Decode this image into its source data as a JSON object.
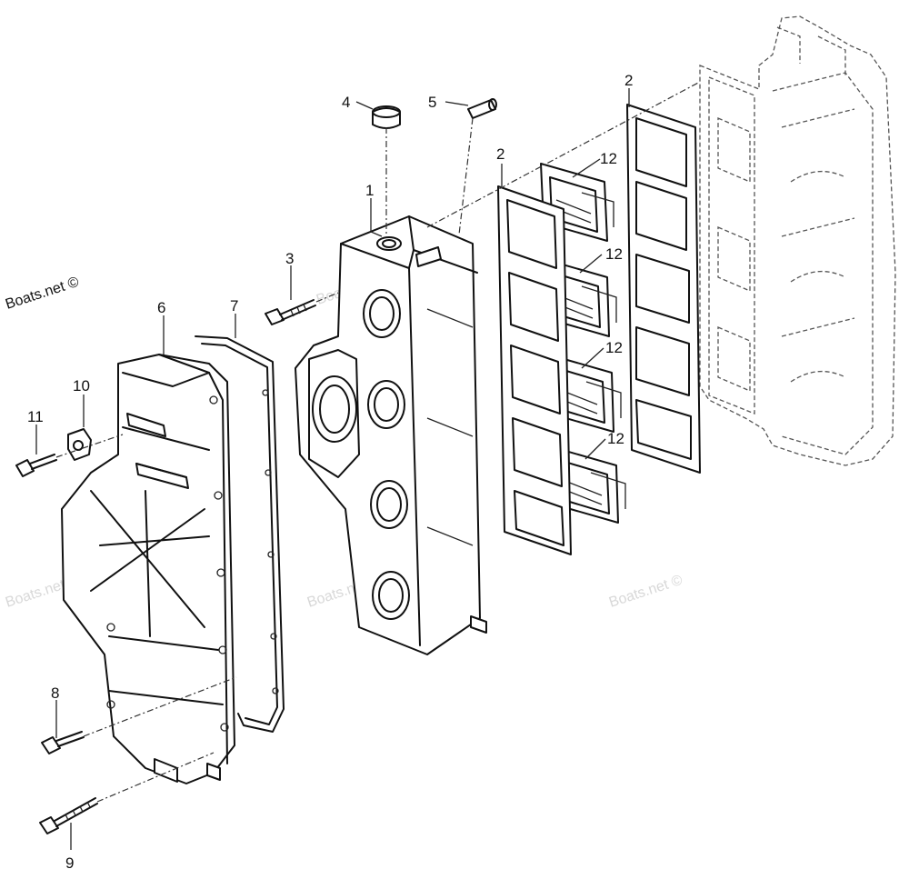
{
  "callouts": {
    "c1": "1",
    "c2a": "2",
    "c2b": "2",
    "c3": "3",
    "c4": "4",
    "c5": "5",
    "c6": "6",
    "c7": "7",
    "c8": "8",
    "c9": "9",
    "c10": "10",
    "c11": "11",
    "c12a": "12",
    "c12b": "12",
    "c12c": "12",
    "c12d": "12"
  },
  "watermark": {
    "main": "Boats.net ©",
    "faint": "Boats.net ©"
  }
}
